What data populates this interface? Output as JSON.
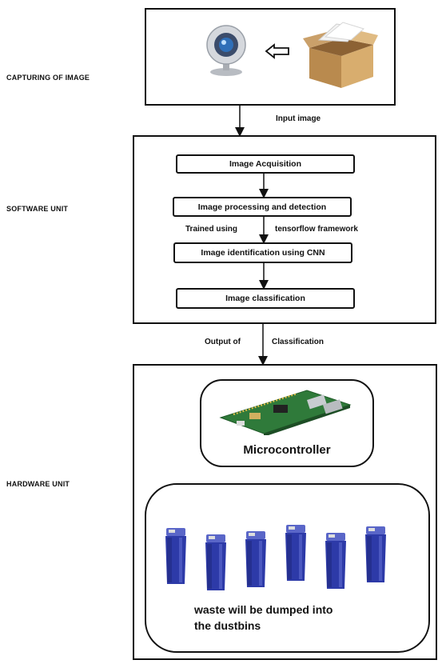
{
  "labels": {
    "capturing": "CAPTURING OF IMAGE",
    "software": "SOFTWARE UNIT",
    "hardware": "HARDWARE UNIT"
  },
  "flow": {
    "input_image": "Input image",
    "output_of": "Output of",
    "classification": "Classification"
  },
  "software_steps": {
    "acquisition": "Image Acquisition",
    "processing": "Image processing and detection",
    "trained_using": "Trained using",
    "framework": "tensorflow framework",
    "identification": "Image identification using CNN",
    "classification": "Image classification"
  },
  "hardware": {
    "microcontroller": "Microcontroller",
    "waste_line1": "waste will be dumped into",
    "waste_line2": "the dustbins",
    "dustbin_count": 6
  },
  "colors": {
    "dustbin_blue": "#2d3aa8",
    "board_green": "#2f7a3a",
    "webcam_silver": "#c9cdd3",
    "box_brown": "#c79a5c"
  },
  "icons": {
    "webcam": "webcam-icon",
    "arrow": "left-arrow-icon",
    "box": "cardboard-box-icon",
    "board": "raspberry-pi-board-icon",
    "dustbin": "dustbin-icon"
  }
}
